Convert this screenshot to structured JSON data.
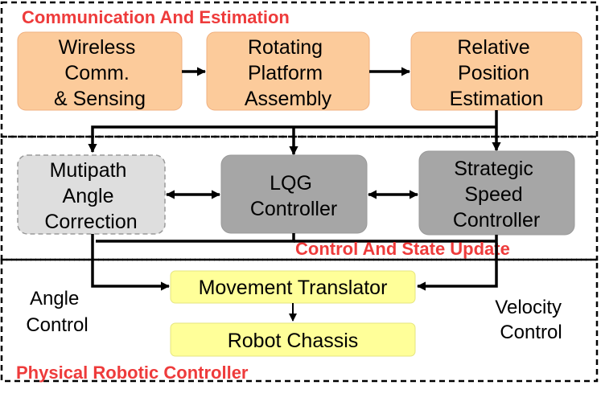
{
  "sections": {
    "communication": "Communication And Estimation",
    "control": "Control And State Update",
    "physical": "Physical Robotic Controller"
  },
  "boxes": {
    "wireless": {
      "lines": [
        "Wireless",
        "Comm.",
        "& Sensing"
      ]
    },
    "rotating": {
      "lines": [
        "Rotating",
        "Platform",
        "Assembly"
      ]
    },
    "relative": {
      "lines": [
        "Relative",
        "Position",
        "Estimation"
      ]
    },
    "multipath": {
      "lines": [
        "Mutipath",
        "Angle",
        "Correction"
      ]
    },
    "lqg": {
      "lines": [
        "LQG",
        "Controller"
      ]
    },
    "strategic": {
      "lines": [
        "Strategic",
        "Speed",
        "Controller"
      ]
    },
    "movement": {
      "lines": [
        "Movement Translator"
      ]
    },
    "chassis": {
      "lines": [
        "Robot Chassis"
      ]
    }
  },
  "side_labels": {
    "angle_control": [
      "Angle",
      "Control"
    ],
    "velocity_control": [
      "Velocity",
      "Control"
    ]
  },
  "colors": {
    "orange_fill": "#fccb9b",
    "light_gray_fill": "#dedede",
    "gray_fill": "#a6a6a6",
    "yellow_fill": "#ffff99",
    "title_red": "#ee3b3b"
  }
}
